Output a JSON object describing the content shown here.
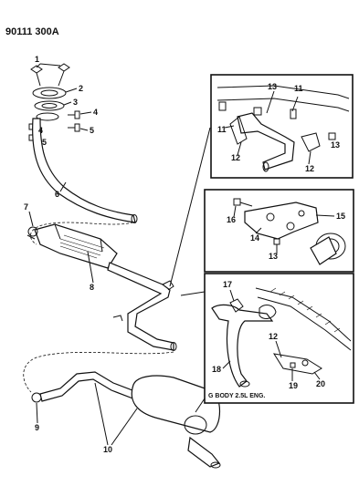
{
  "document_code": "90111 300A",
  "inset_caption": "G BODY 2.5L ENG.",
  "callouts": {
    "c1": "1",
    "c2": "2",
    "c3": "3",
    "c4a": "4",
    "c4b": "4",
    "c5a": "5",
    "c5b": "5",
    "c6": "6",
    "c7": "7",
    "c8": "8",
    "c9": "9",
    "c10": "10",
    "c11a": "11",
    "c11b": "11",
    "c12a": "12",
    "c12b": "12",
    "c13a": "13",
    "c13b": "13",
    "c13c": "13",
    "c14": "14",
    "c15": "15",
    "c16": "16",
    "c17": "17",
    "c12c": "12",
    "c18": "18",
    "c19": "19",
    "c20": "20"
  }
}
